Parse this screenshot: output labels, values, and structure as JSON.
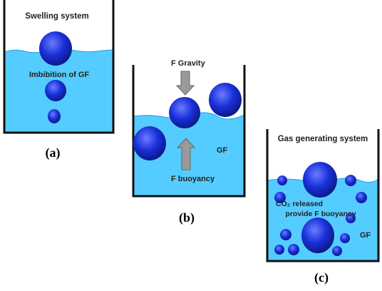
{
  "panel_a": {
    "header": "Swelling system",
    "label": "Imbibition of GF",
    "caption": "(a)"
  },
  "panel_b": {
    "gravity_label": "F Gravity",
    "gf_label": "GF",
    "buoyancy_label": "F buoyancy",
    "caption": "(b)"
  },
  "panel_c": {
    "header": "Gas generating system",
    "co2_line1": "CO₂ released",
    "co2_line2": "provide F buoyancy",
    "gf_label": "GF",
    "caption": "(c)"
  },
  "colors": {
    "water": "#55ccff",
    "water_edge": "#1e9ee8",
    "sphere": "#1a30d9",
    "sphere_dark": "#0b1a8c",
    "sphere_light": "#6a7cff",
    "container": "#111111",
    "arrow_fill": "#9a9a9a",
    "arrow_outline": "#666666"
  }
}
